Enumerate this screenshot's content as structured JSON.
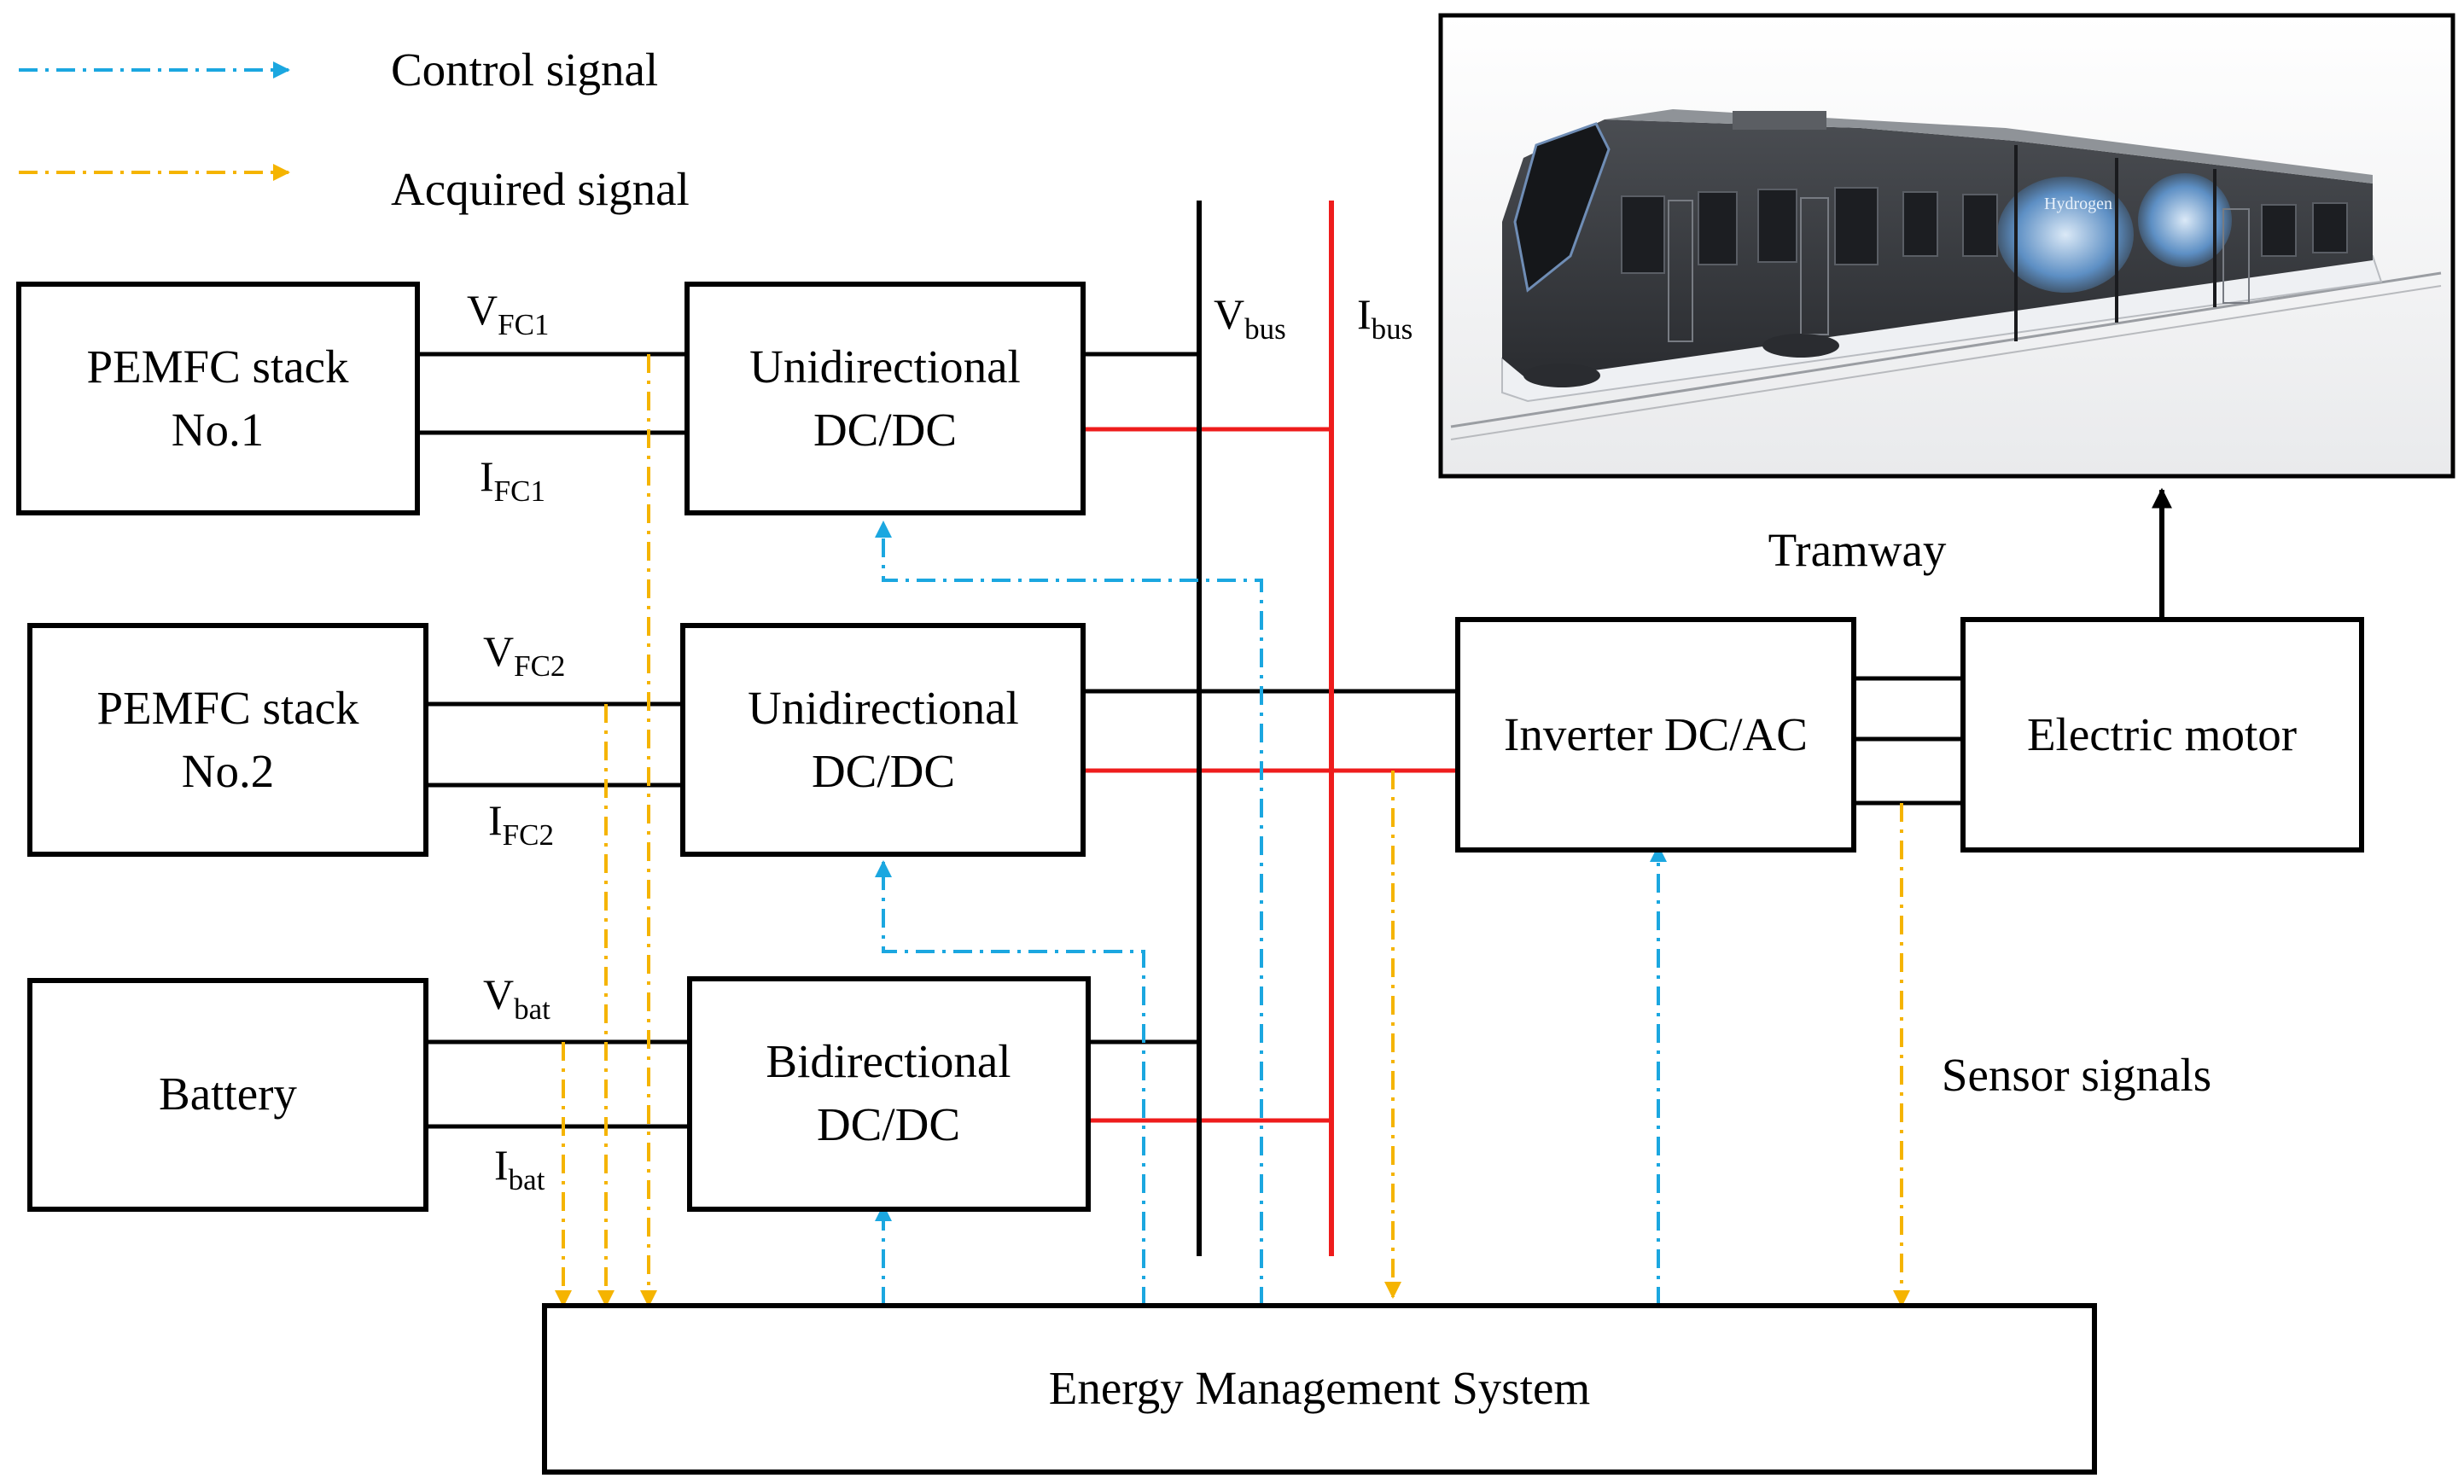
{
  "legend": {
    "control": "Control signal",
    "acquired": "Acquired signal"
  },
  "colors": {
    "control": "#1ba7e0",
    "acquired": "#f5b400",
    "current_line": "#ee1c1c",
    "voltage_line": "#000000"
  },
  "blocks": {
    "fc1_line1": "PEMFC stack",
    "fc1_line2": "No.1",
    "fc2_line1": "PEMFC stack",
    "fc2_line2": "No.2",
    "battery": "Battery",
    "uni1_line1": "Unidirectional",
    "uni1_line2": "DC/DC",
    "uni2_line1": "Unidirectional",
    "uni2_line2": "DC/DC",
    "bi_line1": "Bidirectional",
    "bi_line2": "DC/DC",
    "inverter": "Inverter DC/AC",
    "motor": "Electric motor",
    "ems": "Energy Management System"
  },
  "signals": {
    "vfc1": {
      "main": "V",
      "sub": "FC1"
    },
    "ifc1": {
      "main": "I",
      "sub": "FC1"
    },
    "vfc2": {
      "main": "V",
      "sub": "FC2"
    },
    "ifc2": {
      "main": "I",
      "sub": "FC2"
    },
    "vbat": {
      "main": "V",
      "sub": "bat"
    },
    "ibat": {
      "main": "I",
      "sub": "bat"
    },
    "vbus": {
      "main": "V",
      "sub": "bus"
    },
    "ibus": {
      "main": "I",
      "sub": "bus"
    }
  },
  "labels": {
    "tramway": "Tramway",
    "sensor": "Sensor signals"
  },
  "image": {
    "subject": "hydrogen tram",
    "lettering": "Hydrogen"
  }
}
